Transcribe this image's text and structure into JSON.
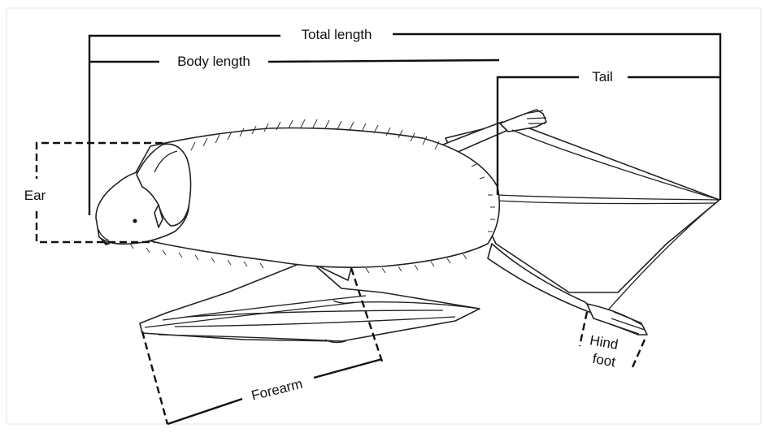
{
  "labels": {
    "total_length": "Total length",
    "body_length": "Body length",
    "tail": "Tail",
    "ear": "Ear",
    "hind_foot_line1": "Hind",
    "hind_foot_line2": "foot",
    "forearm": "Forearm"
  }
}
